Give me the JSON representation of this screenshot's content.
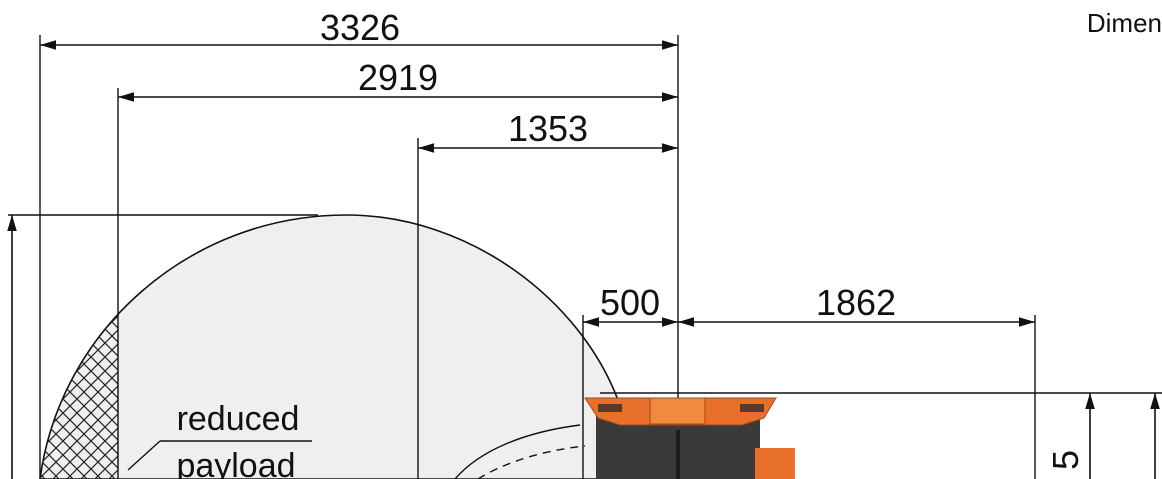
{
  "corner_label": "Dimen",
  "dimensions": {
    "d3326": "3326",
    "d2919": "2919",
    "d1353": "1353",
    "d500": "500",
    "d1862": "1862",
    "d_partial": "5"
  },
  "zone_label": {
    "line1": "reduced",
    "line2": "payload"
  },
  "colors": {
    "line": "#111111",
    "envelope_fill": "#efefef",
    "robot_orange": "#e8702a",
    "robot_dark": "#3a3a3a"
  }
}
